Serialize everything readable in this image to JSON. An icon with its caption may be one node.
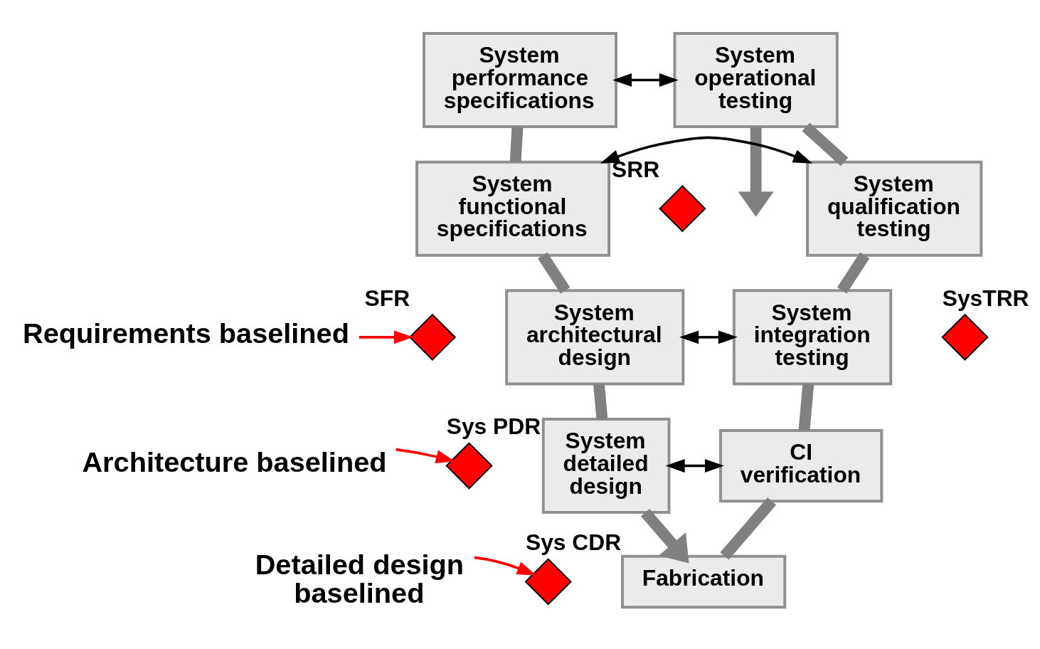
{
  "diagram": {
    "nodes": [
      {
        "text": [
          "System performance specifications"
        ]
      },
      {
        "text": [
          "System functional specifications"
        ]
      },
      {
        "text": [
          "System architectural design"
        ]
      },
      {
        "text": [
          "System detailed design"
        ]
      },
      {
        "text": [
          "Fabrication"
        ]
      },
      {
        "text": [
          "CI verification"
        ]
      },
      {
        "text": [
          "System integration testing"
        ]
      },
      {
        "text": [
          "System qualification testing"
        ]
      },
      {
        "text": [
          "System operational testing"
        ]
      },
      {
        "text": [],
        "shape": "diamond",
        "beside": [
          "SRR"
        ]
      },
      {
        "text": [],
        "shape": "diamond",
        "beside": [
          "SFR"
        ]
      },
      {
        "text": [],
        "shape": "diamond",
        "beside": [
          "Sys PDR"
        ]
      },
      {
        "text": [],
        "shape": "diamond",
        "beside": [
          "Sys CDR"
        ]
      },
      {
        "text": [],
        "shape": "diamond",
        "beside": [
          "SysTRR"
        ]
      },
      {
        "text": [
          "Requirements baselined"
        ]
      },
      {
        "text": [
          "Architecture baselined"
        ]
      },
      {
        "text": [
          "Detailed design baselined"
        ]
      }
    ],
    "edges": [
      {
        "from": 0,
        "to": 1,
        "arrow": "none"
      },
      {
        "from": 1,
        "to": 2,
        "arrow": "none"
      },
      {
        "from": 2,
        "to": 3,
        "arrow": "none"
      },
      {
        "from": 3,
        "to": 4,
        "arrow": "to"
      },
      {
        "from": 4,
        "to": 5,
        "arrow": "none"
      },
      {
        "from": 5,
        "to": 6,
        "arrow": "none"
      },
      {
        "from": 6,
        "to": 7,
        "arrow": "none"
      },
      {
        "from": 7,
        "to": 8,
        "arrow": "none"
      },
      {
        "from": 8,
        "to": null,
        "arrow": "to"
      },
      {
        "from": 0,
        "to": 8,
        "arrow": "both",
        "color": "#000000"
      },
      {
        "from": 1,
        "to": 7,
        "arrow": "both",
        "color": "#000000"
      },
      {
        "from": 2,
        "to": 6,
        "arrow": "both",
        "color": "#000000"
      },
      {
        "from": 3,
        "to": 5,
        "arrow": "both",
        "color": "#000000"
      },
      {
        "from": 14,
        "to": 10,
        "arrow": "to",
        "color": "#ff0000"
      },
      {
        "from": 15,
        "to": 11,
        "arrow": "to",
        "color": "#ff0000"
      },
      {
        "from": 16,
        "to": 12,
        "arrow": "to",
        "color": "#ff0000"
      }
    ]
  }
}
